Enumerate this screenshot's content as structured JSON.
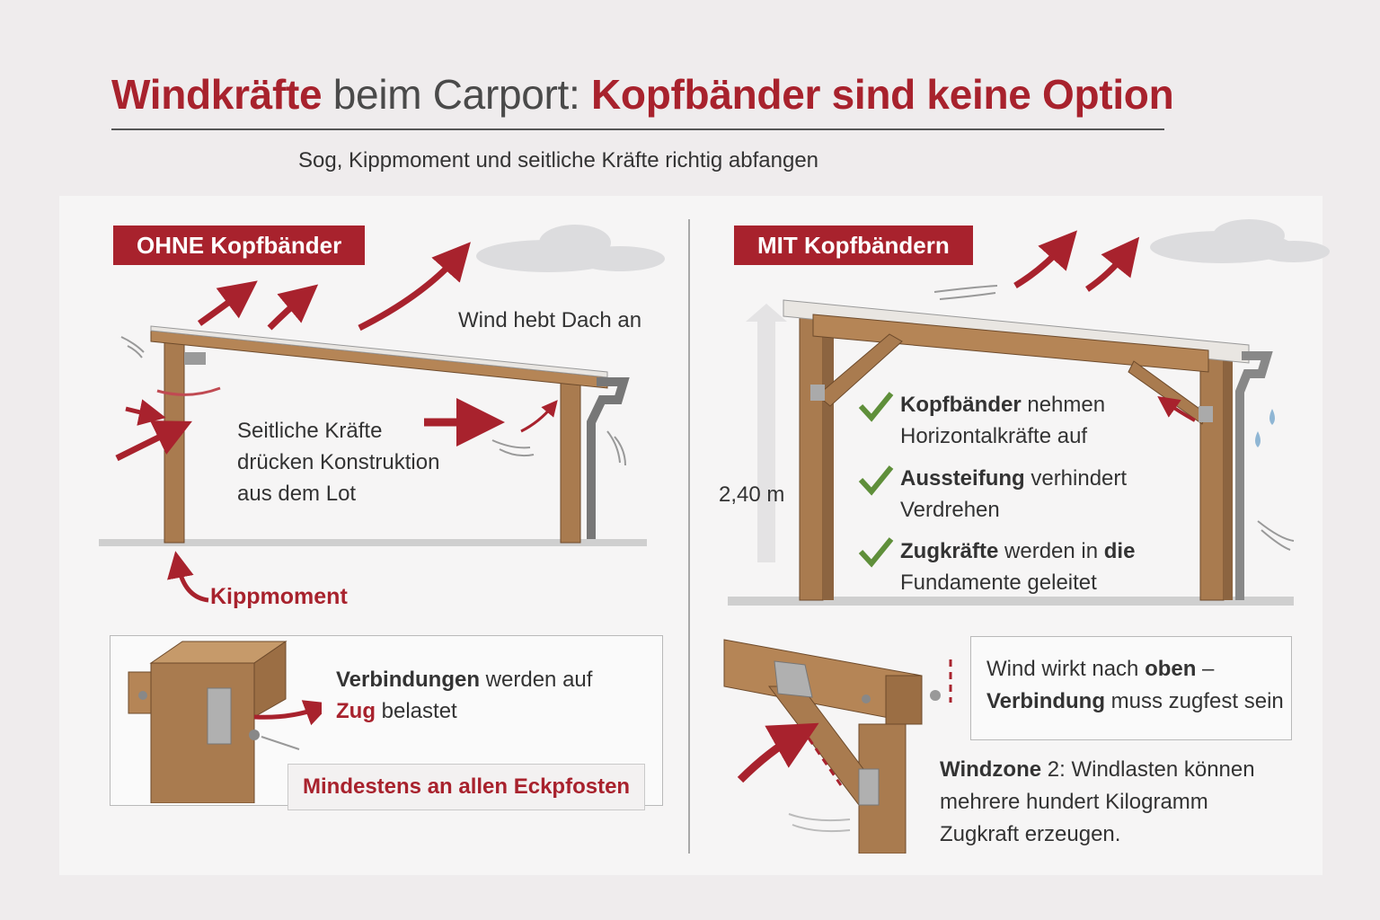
{
  "header": {
    "title_part1": "Windkräfte",
    "title_part2": " beim Carport: ",
    "title_part3": "Kopfbänder sind keine Option",
    "subtitle": "Sog, Kippmoment und seitliche Kräfte richtig abfangen"
  },
  "left": {
    "tag": "OHNE Kopfbänder",
    "wind_label": "Wind hebt Dach an",
    "side_forces_line1": "Seitliche Kräfte",
    "side_forces_line2": "drücken Konstruktion",
    "side_forces_line3": "aus dem Lot",
    "kippmoment": "Kippmoment",
    "detail": {
      "word1": "Verbindungen",
      "word2": " werden auf",
      "word3": "Zug",
      "word4": " belastet",
      "note": "Mindestens an allen Eckpfosten"
    }
  },
  "right": {
    "tag": "MIT Kopfbändern",
    "height_label": "2,40 m",
    "checks": [
      {
        "bold": "Kopfbänder",
        "rest1": " nehmen",
        "line2": "Horizontalkräfte auf"
      },
      {
        "bold": "Aussteifung",
        "rest1": " verhindert",
        "line2": "Verdrehen"
      },
      {
        "bold": "Zugkräfte",
        "rest1": " werden in ",
        "bold2": "die",
        "line2": "Fundamente geleitet"
      }
    ],
    "detail": {
      "line1a": "Wind wirkt nach ",
      "line1b": "oben",
      "line1c": " –",
      "line2a": "Verbindung",
      "line2b": " muss zugfest sein"
    },
    "windzone": {
      "bold": "Windzone",
      "line1": " 2: Windlasten können",
      "line2": "mehrere hundert Kilogramm",
      "line3": "Zugkraft erzeugen."
    }
  },
  "colors": {
    "accent": "#a8222d",
    "wood": "#a97b4f",
    "check": "#5f8f3a"
  }
}
